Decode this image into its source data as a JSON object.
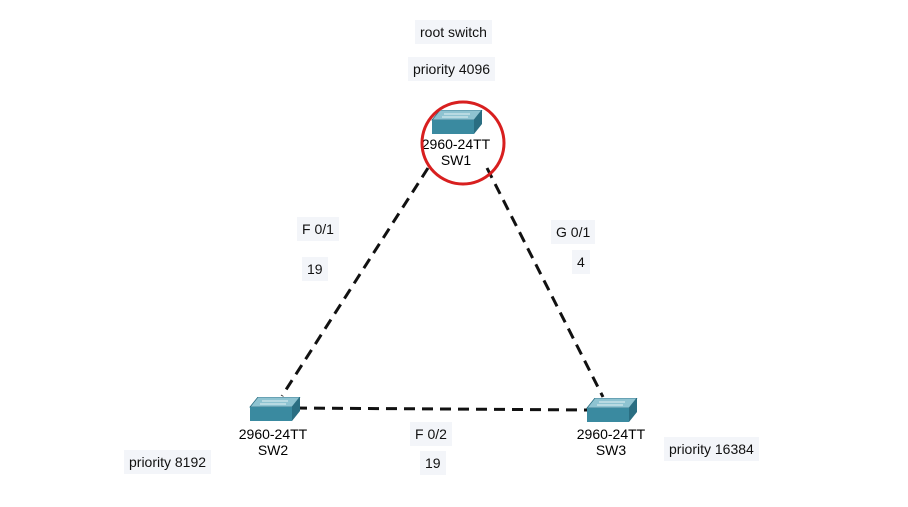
{
  "annotations": {
    "root_switch": "root switch",
    "sw1_priority": "priority 4096",
    "sw2_priority": "priority 8192",
    "sw3_priority": "priority 16384"
  },
  "devices": {
    "sw1": {
      "model": "2960-24TT",
      "name": "SW1"
    },
    "sw2": {
      "model": "2960-24TT",
      "name": "SW2"
    },
    "sw3": {
      "model": "2960-24TT",
      "name": "SW3"
    }
  },
  "links": {
    "sw1_sw2": {
      "port": "F  0/1",
      "cost": "19"
    },
    "sw1_sw3": {
      "port": "G  0/1",
      "cost": "4"
    },
    "sw2_sw3": {
      "port": "F  0/2",
      "cost": "19"
    }
  },
  "colors": {
    "root_highlight": "#d81f1f",
    "switch_top": "#8ec3d1",
    "switch_front": "#3a8aa0",
    "switch_side": "#2a6e82",
    "link": "#111111",
    "note_bg": "#f3f5f9"
  },
  "icons": {
    "switch": "switch-icon",
    "root_marker": "circle-highlight"
  }
}
